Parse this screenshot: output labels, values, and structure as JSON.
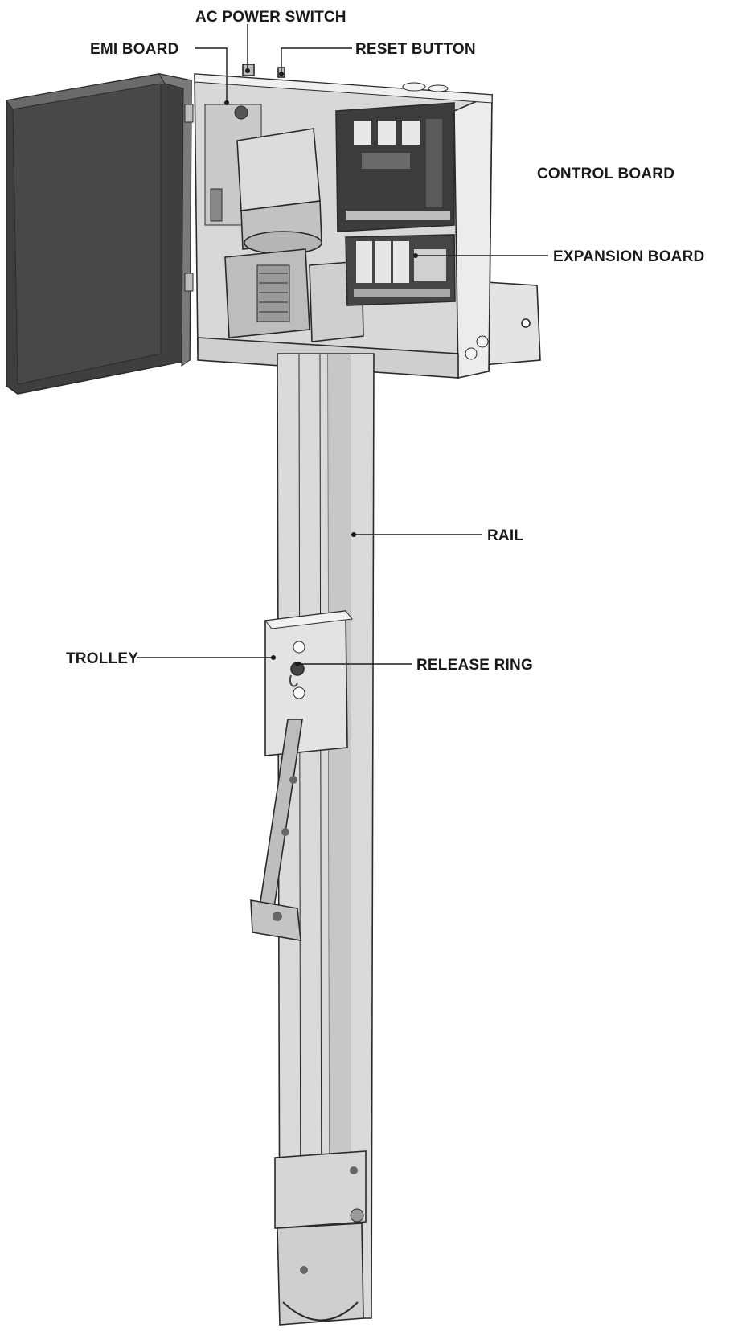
{
  "labels": {
    "ac_power_switch": "AC POWER SWITCH",
    "emi_board": "EMI BOARD",
    "reset_button": "RESET BUTTON",
    "control_board": "CONTROL BOARD",
    "expansion_board": "EXPANSION BOARD",
    "rail": "RAIL",
    "trolley": "TROLLEY",
    "release_ring": "RELEASE RING"
  },
  "colors": {
    "door_dark": "#4a4a4a",
    "housing": "#e6e6e6",
    "housing_inner": "#d4d4d4",
    "rail": "#d9d9d9",
    "board": "#3c3c3c",
    "outline": "#2a2a2a"
  }
}
